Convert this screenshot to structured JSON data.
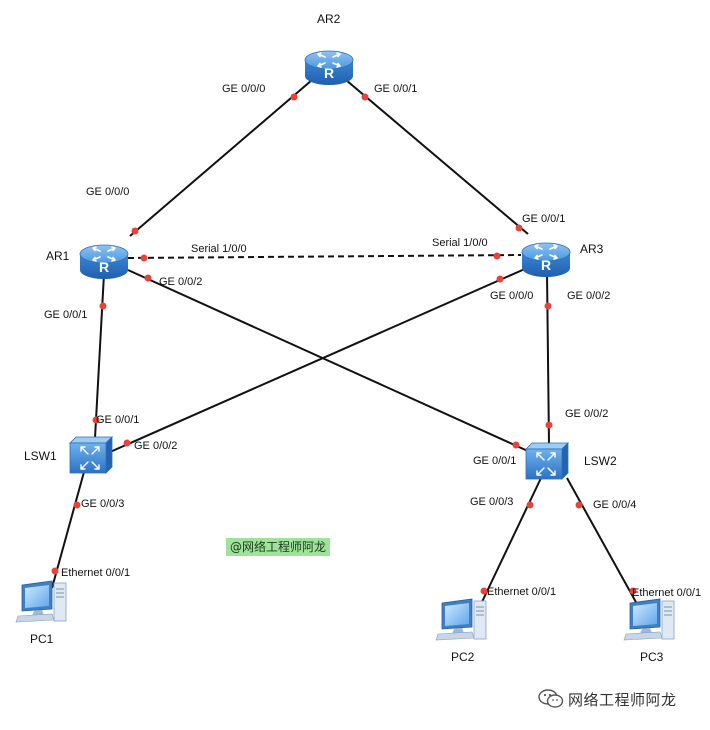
{
  "devices": {
    "ar2": "AR2",
    "ar1": "AR1",
    "ar3": "AR3",
    "lsw1": "LSW1",
    "lsw2": "LSW2",
    "pc1": "PC1",
    "pc2": "PC2",
    "pc3": "PC3"
  },
  "ports": {
    "ar2_ge000": "GE 0/0/0",
    "ar2_ge001": "GE 0/0/1",
    "ar1_ge000": "GE 0/0/0",
    "ar1_serial": "Serial 1/0/0",
    "ar1_ge002": "GE 0/0/2",
    "ar1_ge001": "GE 0/0/1",
    "ar3_ge001": "GE 0/0/1",
    "ar3_serial": "Serial 1/0/0",
    "ar3_ge000": "GE 0/0/0",
    "ar3_ge002": "GE 0/0/2",
    "lsw1_ge001": "GE 0/0/1",
    "lsw1_ge002": "GE 0/0/2",
    "lsw1_ge003": "GE 0/0/3",
    "lsw2_ge002": "GE 0/0/2",
    "lsw2_ge001": "GE 0/0/1",
    "lsw2_ge003": "GE 0/0/3",
    "lsw2_ge004": "GE 0/0/4",
    "pc1_eth": "Ethernet 0/0/1",
    "pc2_eth": "Ethernet 0/0/1",
    "pc3_eth": "Ethernet 0/0/1"
  },
  "watermark": {
    "center": "@网络工程师阿龙",
    "bottom": "网络工程师阿龙"
  },
  "colors": {
    "port_dot": "#e8433a",
    "link": "#111111",
    "device_blue": "#2f7fd6",
    "watermark_bg": "#9fe39a"
  }
}
